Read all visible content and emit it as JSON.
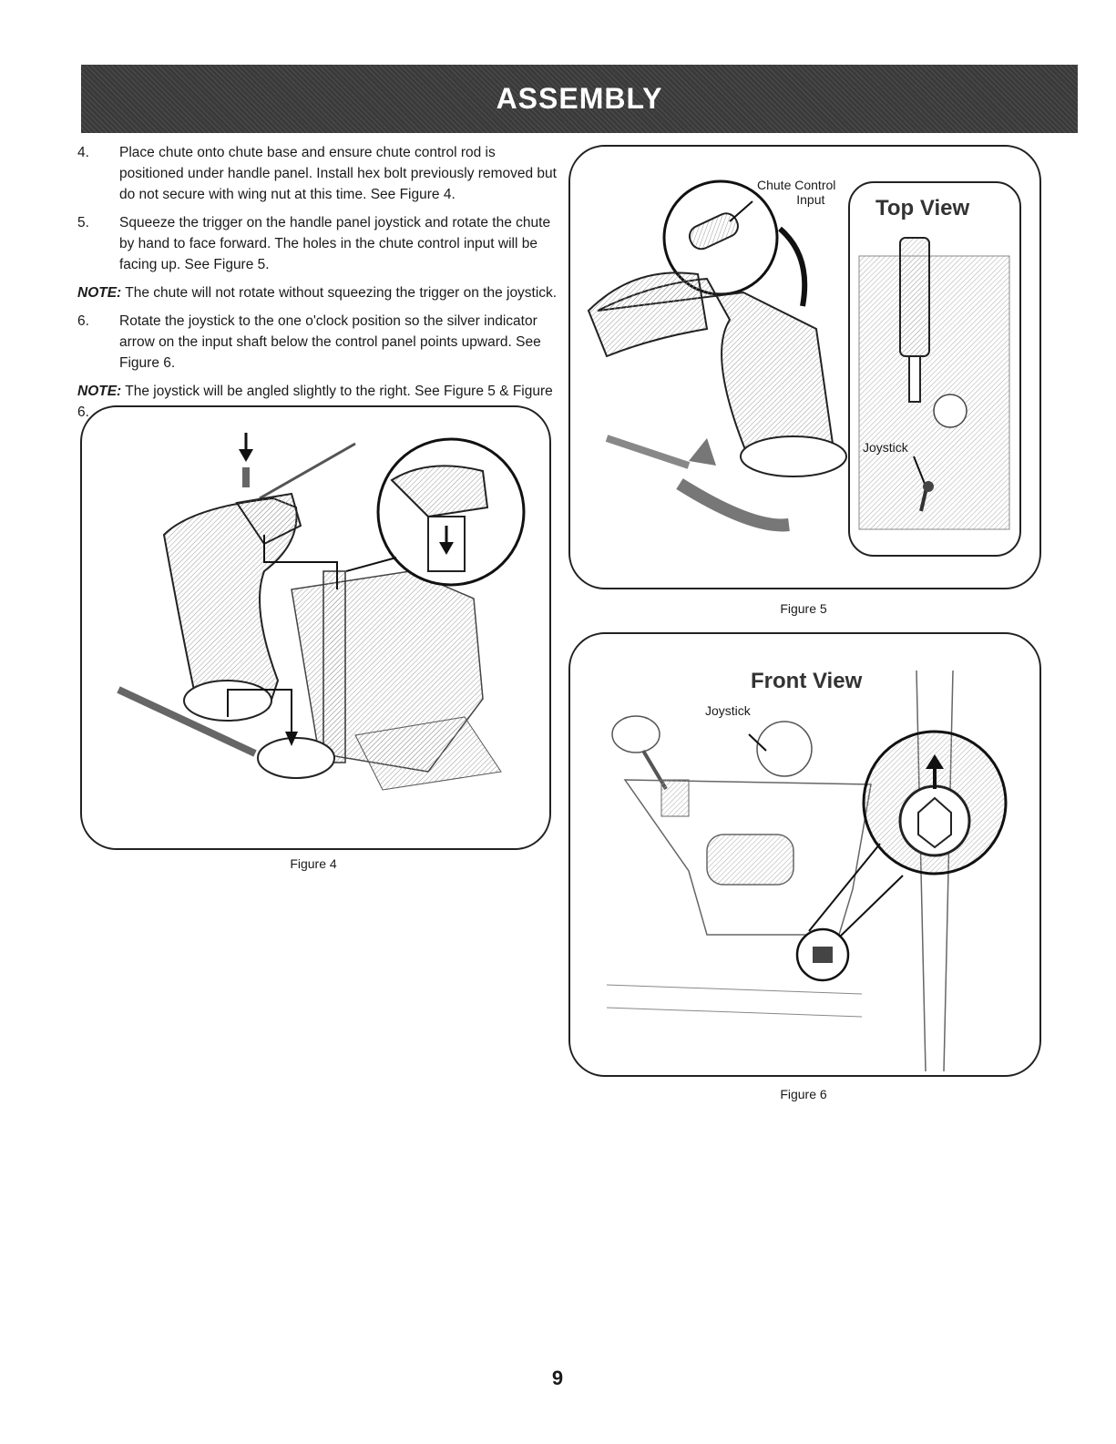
{
  "header": {
    "title": "ASSEMBLY"
  },
  "steps": [
    {
      "num": "4.",
      "text": "Place chute onto chute base and ensure chute control rod is positioned under handle panel. Install hex bolt previously removed but do not secure with wing nut at this time. See Figure 4."
    },
    {
      "num": "5.",
      "text": "Squeeze the trigger on the handle panel joystick and rotate the chute by hand to face forward. The holes in the chute control input will be facing up. See Figure 5."
    }
  ],
  "note1": {
    "label": "NOTE:",
    "text": " The chute will not rotate without squeezing the trigger on the joystick."
  },
  "step6": {
    "num": "6.",
    "text": "Rotate the joystick to the one o'clock position so the silver indicator arrow on the input shaft below the control panel points upward. See Figure 6."
  },
  "note2": {
    "label": "NOTE:",
    "text": " The joystick will be angled slightly to the right. See Figure 5 & Figure 6."
  },
  "figures": {
    "fig4": {
      "caption": "Figure 4"
    },
    "fig5": {
      "caption": "Figure 5",
      "callout_line1": "Chute Control",
      "callout_line2": "Input",
      "view_title": "Top View",
      "joystick_label": "Joystick"
    },
    "fig6": {
      "caption": "Figure 6",
      "view_title": "Front View",
      "joystick_label": "Joystick"
    }
  },
  "page_number": "9"
}
